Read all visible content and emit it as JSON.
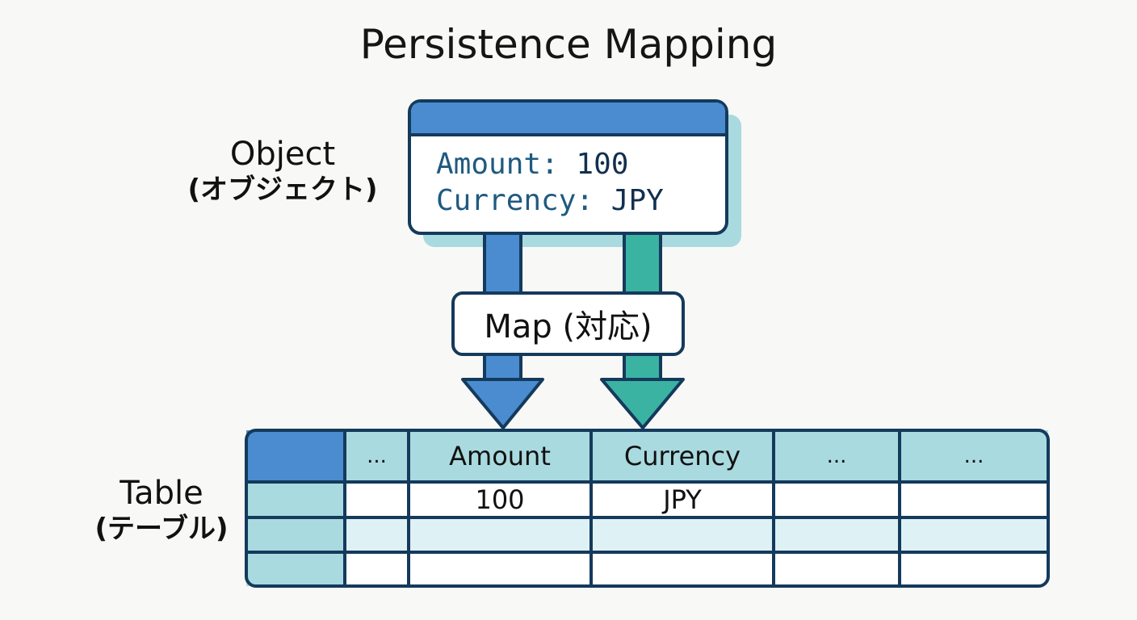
{
  "title": "Persistence Mapping",
  "object_label": {
    "en": "Object",
    "jp": "(オブジェクト)"
  },
  "table_label": {
    "en": "Table",
    "jp": "(テーブル)"
  },
  "object_box": {
    "fields": [
      {
        "key": "Amount:",
        "value": "100"
      },
      {
        "key": "Currency:",
        "value": "JPY"
      }
    ]
  },
  "map_label": "Map (対応)",
  "table": {
    "headers": [
      "",
      "...",
      "Amount",
      "Currency",
      "...",
      "..."
    ],
    "rows": [
      [
        "",
        "",
        "100",
        "JPY",
        "",
        ""
      ],
      [
        "",
        "",
        "",
        "",
        "",
        ""
      ],
      [
        "",
        "",
        "",
        "",
        "",
        ""
      ]
    ]
  },
  "colors": {
    "blue": "#4a8ccf",
    "teal": "#3bb3a3",
    "light_teal": "#a9dadf",
    "outline": "#143a5c"
  }
}
